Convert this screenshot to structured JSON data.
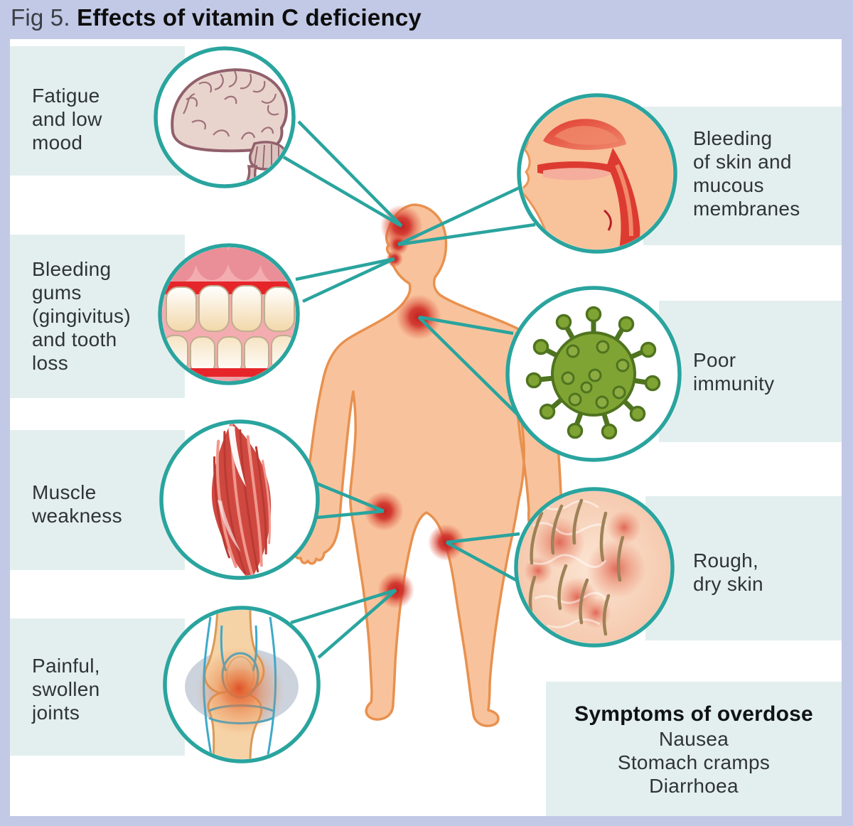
{
  "title": {
    "figure_label": "Fig 5. ",
    "title_text": "Effects of vitamin C deficiency"
  },
  "callouts": [
    {
      "id": "fatigue",
      "label": "Fatigue\nand low\nmood",
      "icon": "brain-icon",
      "side": "left"
    },
    {
      "id": "bleeding-gums",
      "label": "Bleeding\ngums\n(gingivitus)\nand tooth\nloss",
      "icon": "teeth-icon",
      "side": "left"
    },
    {
      "id": "muscle",
      "label": "Muscle\nweakness",
      "icon": "muscle-icon",
      "side": "left"
    },
    {
      "id": "joints",
      "label": "Painful,\nswollen\njoints",
      "icon": "knee-joint-icon",
      "side": "left"
    },
    {
      "id": "skin-bleeding",
      "label": "Bleeding\nof skin and\nmucous\nmembranes",
      "icon": "mouth-throat-icon",
      "side": "right"
    },
    {
      "id": "immunity",
      "label": "Poor\nimmunity",
      "icon": "virus-icon",
      "side": "right"
    },
    {
      "id": "dry-skin",
      "label": "Rough,\ndry skin",
      "icon": "dry-skin-icon",
      "side": "right"
    }
  ],
  "overdose_box": {
    "heading": "Symptoms of overdose",
    "items": [
      "Nausea",
      "Stomach cramps",
      "Diarrhoea"
    ]
  },
  "colors": {
    "accent_teal": "#2aa49e",
    "band_mint": "#e3efee",
    "frame_lavender": "#c2c9e6",
    "body_skin": "#f8c39c",
    "body_outline": "#e8914f",
    "marker_red": "#c9201f",
    "virus_green": "#7fa433",
    "label_text": "#2f3436",
    "title_text": "#0d0d0d"
  }
}
